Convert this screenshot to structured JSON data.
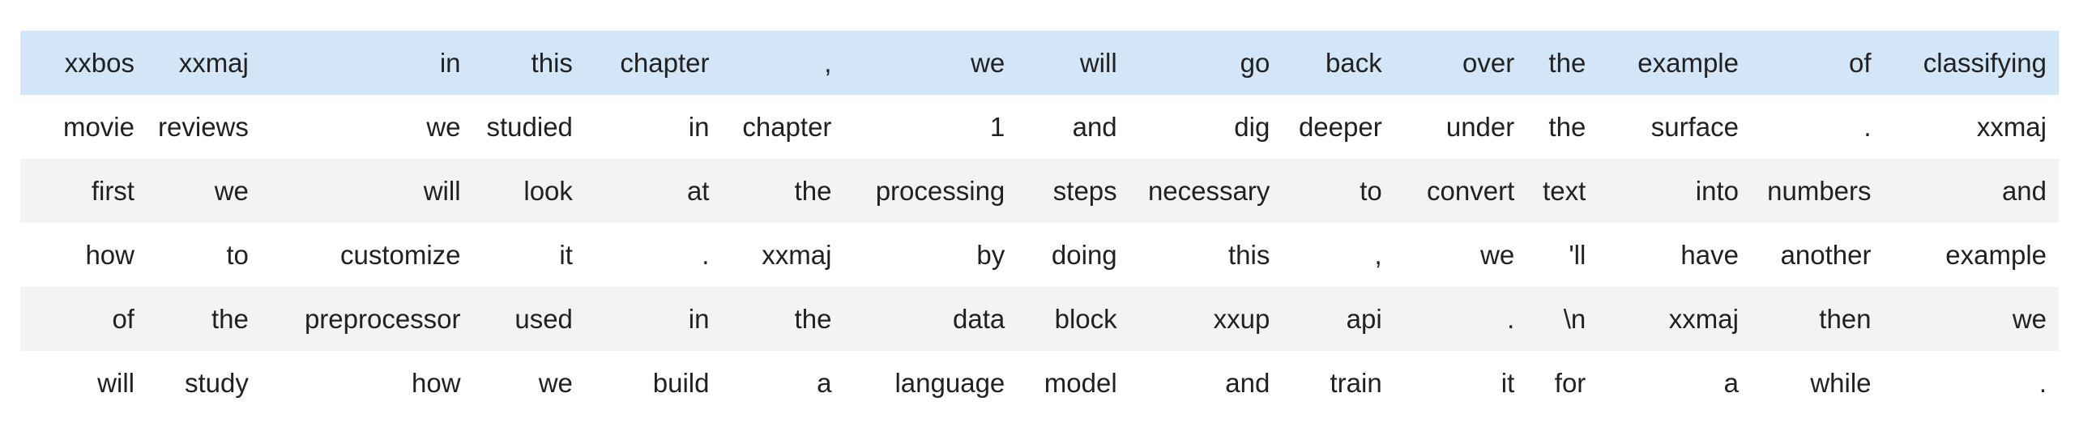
{
  "table": {
    "highlighted_row_index": 0,
    "rows": [
      [
        "xxbos",
        "xxmaj",
        "in",
        "this",
        "chapter",
        ",",
        "we",
        "will",
        "go",
        "back",
        "over",
        "the",
        "example",
        "of",
        "classifying"
      ],
      [
        "movie",
        "reviews",
        "we",
        "studied",
        "in",
        "chapter",
        "1",
        "and",
        "dig",
        "deeper",
        "under",
        "the",
        "surface",
        ".",
        "xxmaj"
      ],
      [
        "first",
        "we",
        "will",
        "look",
        "at",
        "the",
        "processing",
        "steps",
        "necessary",
        "to",
        "convert",
        "text",
        "into",
        "numbers",
        "and"
      ],
      [
        "how",
        "to",
        "customize",
        "it",
        ".",
        "xxmaj",
        "by",
        "doing",
        "this",
        ",",
        "we",
        "'ll",
        "have",
        "another",
        "example"
      ],
      [
        "of",
        "the",
        "preprocessor",
        "used",
        "in",
        "the",
        "data",
        "block",
        "xxup",
        "api",
        ".",
        "\\n",
        "xxmaj",
        "then",
        "we"
      ],
      [
        "will",
        "study",
        "how",
        "we",
        "build",
        "a",
        "language",
        "model",
        "and",
        "train",
        "it",
        "for",
        "a",
        "while",
        "."
      ]
    ]
  },
  "colors": {
    "highlight_row": "#d3e6f7",
    "stripe_row": "#f3f3f3",
    "text": "#212121"
  }
}
